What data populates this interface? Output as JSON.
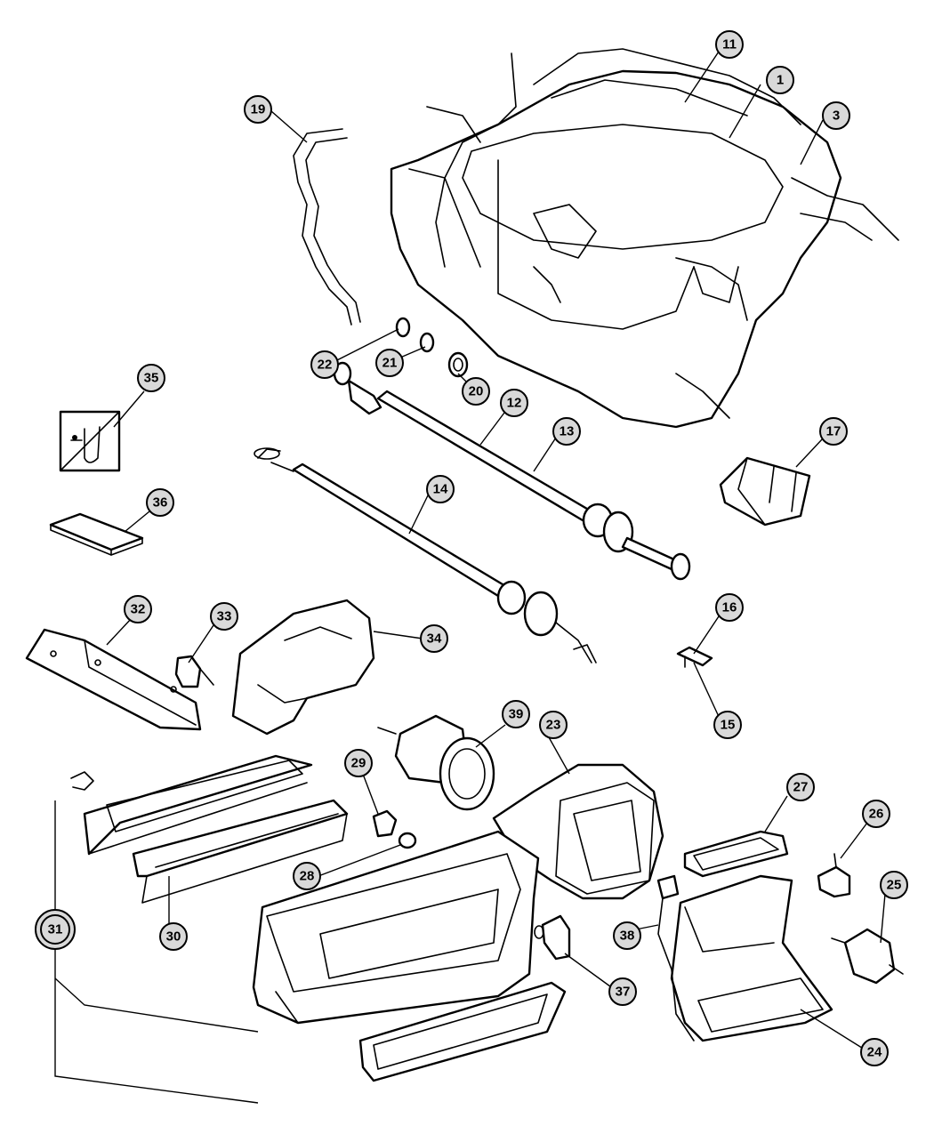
{
  "callouts": [
    {
      "id": "c1",
      "label": "1"
    },
    {
      "id": "c3",
      "label": "3"
    },
    {
      "id": "c11",
      "label": "11"
    },
    {
      "id": "c12",
      "label": "12"
    },
    {
      "id": "c13",
      "label": "13"
    },
    {
      "id": "c14",
      "label": "14"
    },
    {
      "id": "c15",
      "label": "15"
    },
    {
      "id": "c16",
      "label": "16"
    },
    {
      "id": "c17",
      "label": "17"
    },
    {
      "id": "c19",
      "label": "19"
    },
    {
      "id": "c20",
      "label": "20"
    },
    {
      "id": "c21",
      "label": "21"
    },
    {
      "id": "c22",
      "label": "22"
    },
    {
      "id": "c23",
      "label": "23"
    },
    {
      "id": "c24",
      "label": "24"
    },
    {
      "id": "c25",
      "label": "25"
    },
    {
      "id": "c26",
      "label": "26"
    },
    {
      "id": "c27",
      "label": "27"
    },
    {
      "id": "c28",
      "label": "28"
    },
    {
      "id": "c29",
      "label": "29"
    },
    {
      "id": "c30",
      "label": "30"
    },
    {
      "id": "c31",
      "label": "31"
    },
    {
      "id": "c32",
      "label": "32"
    },
    {
      "id": "c33",
      "label": "33"
    },
    {
      "id": "c34",
      "label": "34"
    },
    {
      "id": "c35",
      "label": "35"
    },
    {
      "id": "c36",
      "label": "36"
    },
    {
      "id": "c37",
      "label": "37"
    },
    {
      "id": "c38",
      "label": "38"
    },
    {
      "id": "c39",
      "label": "39"
    }
  ]
}
